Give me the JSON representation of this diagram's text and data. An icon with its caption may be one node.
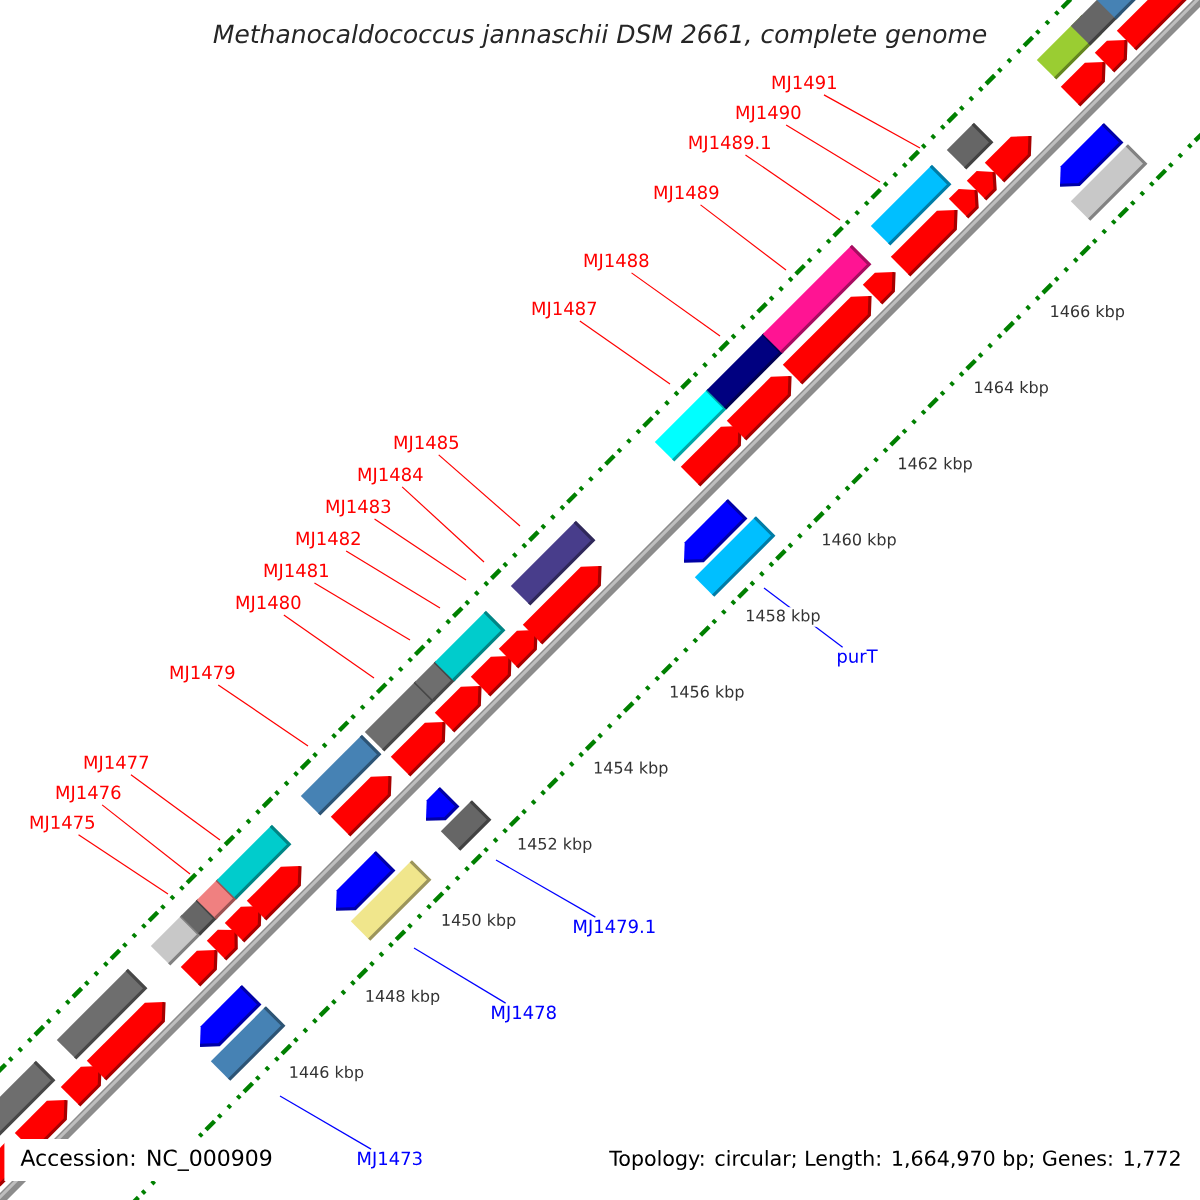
{
  "diagram": {
    "title": "Methanocaldococcus jannaschii DSM 2661, complete genome",
    "nodes": [
      {
        "text": [
          "MJ1491"
        ]
      },
      {
        "text": [
          "MJ1490"
        ]
      },
      {
        "text": [
          "MJ1489.1"
        ]
      },
      {
        "text": [
          "MJ1489"
        ]
      },
      {
        "text": [
          "MJ1488"
        ]
      },
      {
        "text": [
          "MJ1487"
        ]
      },
      {
        "text": [
          "MJ1485"
        ]
      },
      {
        "text": [
          "MJ1484"
        ]
      },
      {
        "text": [
          "MJ1483"
        ]
      },
      {
        "text": [
          "MJ1482"
        ]
      },
      {
        "text": [
          "MJ1481"
        ]
      },
      {
        "text": [
          "MJ1480"
        ]
      },
      {
        "text": [
          "purT"
        ]
      },
      {
        "text": [
          "MJ1479"
        ]
      },
      {
        "text": [
          "MJ1477"
        ]
      },
      {
        "text": [
          "MJ1476"
        ]
      },
      {
        "text": [
          "MJ1475"
        ]
      },
      {
        "text": [
          "MJ1479.1"
        ]
      },
      {
        "text": [
          "MJ1478"
        ]
      },
      {
        "text": [
          "MJ1473"
        ]
      }
    ],
    "edges": [
      {
        "from": 0,
        "to": null,
        "arrow": "none"
      },
      {
        "from": 1,
        "to": null,
        "arrow": "none"
      },
      {
        "from": 2,
        "to": null,
        "arrow": "none"
      },
      {
        "from": 3,
        "to": null,
        "arrow": "none"
      },
      {
        "from": 4,
        "to": null,
        "arrow": "none"
      },
      {
        "from": 5,
        "to": null,
        "arrow": "none"
      },
      {
        "from": 6,
        "to": null,
        "arrow": "none"
      },
      {
        "from": 7,
        "to": null,
        "arrow": "none"
      },
      {
        "from": 8,
        "to": null,
        "arrow": "none"
      },
      {
        "from": 9,
        "to": null,
        "arrow": "none"
      },
      {
        "from": 10,
        "to": null,
        "arrow": "none"
      },
      {
        "from": 11,
        "to": null,
        "arrow": "none"
      },
      {
        "from": 12,
        "to": null,
        "arrow": "none",
        "color": "#0000ff"
      },
      {
        "from": 13,
        "to": null,
        "arrow": "none"
      },
      {
        "from": 14,
        "to": null,
        "arrow": "none"
      },
      {
        "from": 15,
        "to": null,
        "arrow": "none"
      },
      {
        "from": 16,
        "to": null,
        "arrow": "none"
      },
      {
        "from": 17,
        "to": null,
        "arrow": "none",
        "color": "#0000ff"
      },
      {
        "from": 18,
        "to": null,
        "arrow": "none",
        "color": "#0000ff"
      },
      {
        "from": 19,
        "to": null,
        "arrow": "none",
        "color": "#0000ff"
      }
    ],
    "labels": [
      "1466 kbp",
      "1464 kbp",
      "1462 kbp",
      "1460 kbp",
      "1458 kbp",
      "1456 kbp",
      "1454 kbp",
      "1452 kbp",
      "1450 kbp",
      "1448 kbp",
      "1446 kbp",
      "Accession: NC_000909",
      "Topology: circular; Length: 1,664,970 bp; Genes: 1,772"
    ]
  }
}
